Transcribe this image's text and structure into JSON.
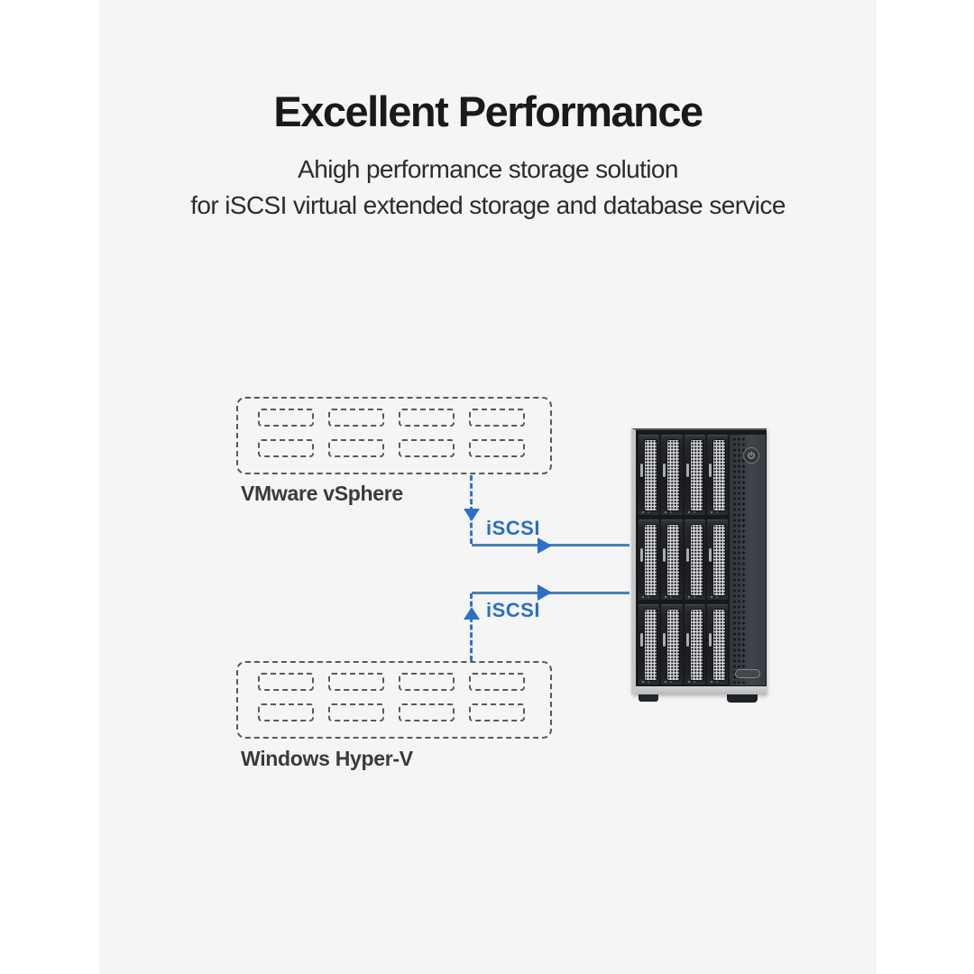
{
  "canvas": {
    "background": "#ffffff",
    "panel_background": "#f5f5f5"
  },
  "header": {
    "title": "Excellent Performance",
    "subtitle_line1": "Ahigh performance storage solution",
    "subtitle_line2": "for iSCSI virtual extended storage and database service"
  },
  "diagram": {
    "clusters": [
      {
        "id": "vmware",
        "label": "VMware vSphere",
        "slot_rows": 2,
        "slot_cols": 4
      },
      {
        "id": "hyperv",
        "label": "Windows Hyper-V",
        "slot_rows": 2,
        "slot_cols": 4
      }
    ],
    "connections": [
      {
        "label": "iSCSI",
        "direction": "from-vmware-down-then-right-to-nas"
      },
      {
        "label": "iSCSI",
        "direction": "from-hyperv-up-then-right-to-nas"
      }
    ],
    "colors": {
      "accent_blue": "#2b6fc7",
      "line_blue": "#4b80b8",
      "dash_gray": "#58595b",
      "label_gray": "#3a3a3a"
    }
  },
  "device": {
    "description": "12-bay tower NAS",
    "drive_rows": 3,
    "drive_cols": 4,
    "icons": [
      "power-icon",
      "vent-grid-icon",
      "logo-badge"
    ]
  }
}
